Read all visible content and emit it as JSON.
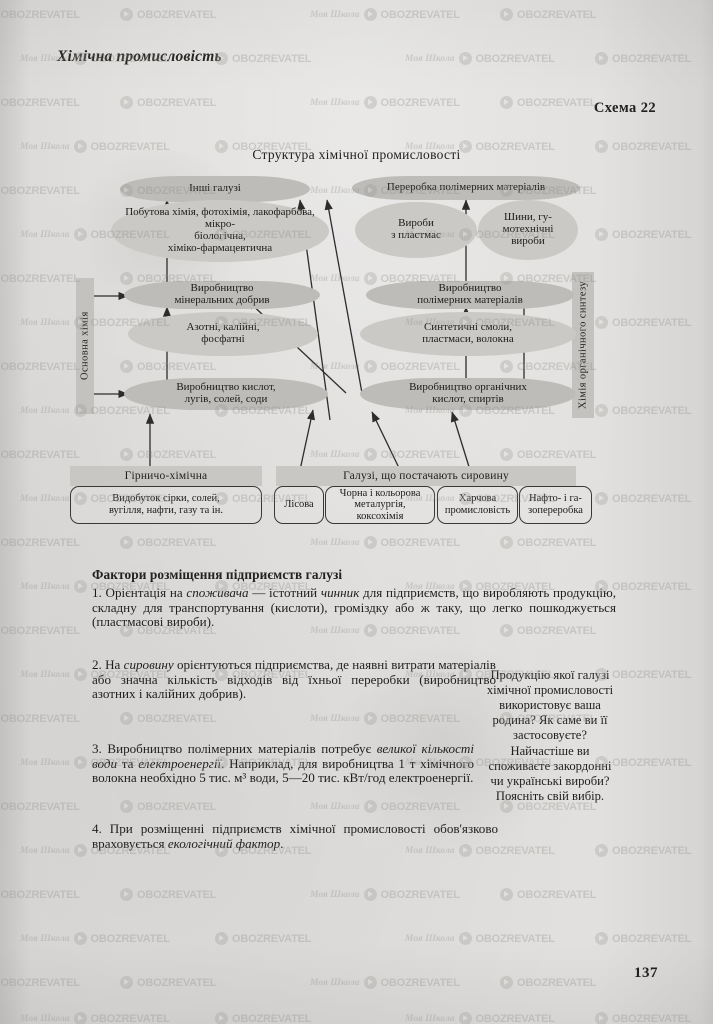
{
  "page": {
    "running_head": "Хімічна промисловість",
    "schema_label": "Схема 22",
    "page_number": "137"
  },
  "diagram": {
    "title": "Структура хімічної промисловості",
    "left_vertical_label": "Основна хімія",
    "right_vertical_label": "Хімія органічного синтезу",
    "left_column": [
      {
        "heading": "Інші галузі",
        "detail": "Побутова хімія, фотохімія, лакофарбова, мікро-\nбіологічна,\nхіміко-фармацевтична"
      },
      {
        "heading": "Виробництво\nмінеральних добрив",
        "detail": "Азотні, калійні,\nфосфатні"
      },
      {
        "heading": "Виробництво кислот,\nлугів, солей, соди",
        "detail": ""
      }
    ],
    "right_column": [
      {
        "heading": "Переробка полімерних матеріалів",
        "detail_left": "Вироби\nз пластмас",
        "detail_right": "Шини, гу-\nмотехнічні\nвироби"
      },
      {
        "heading": "Виробництво\nполімерних матеріалів",
        "detail": "Синтетичні смоли,\nпластмаси, волокна"
      },
      {
        "heading": "Виробництво органічних\nкислот, спиртів",
        "detail": ""
      }
    ],
    "bottom_left_banner": "Гірничо-хімічна",
    "bottom_right_banner": "Галузі, що постачають сировину",
    "bottom_boxes": [
      "Видобуток сірки, солей,\nвугілля, нафти, газу та ін.",
      "Лісова",
      "Чорна і кольорова\nметалургія,\nкоксохімія",
      "Харчова\nпромисловість",
      "Нафто- і га-\nзопереробка"
    ]
  },
  "text": {
    "section_title": "Фактори розміщення підприємств галузі",
    "paragraph_1": "1. Орієнтація на споживача — істотний чинник для підприємств, що виробляють продукцію, складну для транспортування (кислоти), громіздку або ж таку, що легко пошкоджується (пластмасові вироби).",
    "paragraph_2": "2. На сировину орієнтуються підприємства, де наявні витрати матеріалів або значна кількість відходів від їхньої переробки (виробництво азотних і калійних добрив).",
    "paragraph_3": "3. Виробництво полімерних матеріалів потребує великої кількості води та електроенергії. Наприклад, для виробництва 1 т хімічного волокна необхідно 5 тис. м³ води, 5—20 тис. кВт/год електроенергії.",
    "paragraph_4": "4. При розміщенні підприємств хімічної промисловості обов'язково враховується екологічний фактор.",
    "question_box": "Продукцію якої галузі хімічної промисловості використовує ваша родина? Як саме ви її застосовуєте? Найчастіше ви споживаєте закордонні чи українські вироби? Поясніть свій вибір."
  },
  "watermark": {
    "school_text": "Моя Школа",
    "brand_text": "OBOZREVATEL"
  },
  "colors": {
    "paper": "#e1dfdd",
    "oval_fill": "#bdbcb9",
    "ink": "#201e1c"
  }
}
